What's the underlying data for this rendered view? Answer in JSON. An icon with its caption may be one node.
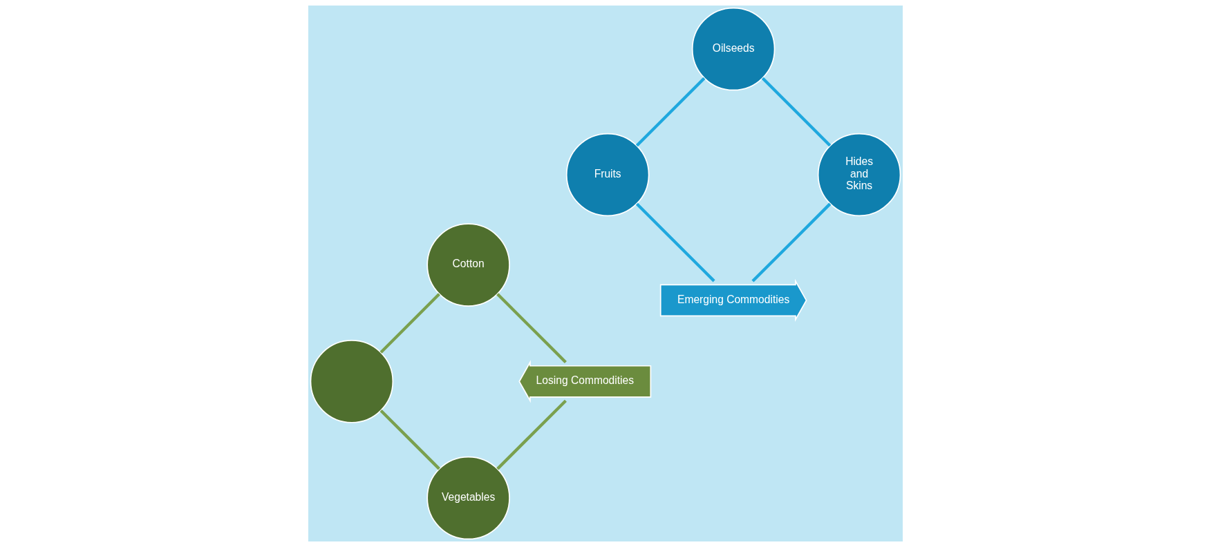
{
  "diagram": {
    "nodes": [
      {
        "text": [
          "Vegetables"
        ]
      },
      {
        "text": [],
        "shape": "circle"
      },
      {
        "text": [
          "Cotton"
        ]
      },
      {
        "text": [
          "Losing Commodities"
        ]
      },
      {
        "text": [
          "Emerging Commodities"
        ]
      },
      {
        "text": [
          "Fruits"
        ]
      },
      {
        "text": [
          "Oilseeds"
        ]
      },
      {
        "text": [
          "Hides and Skins"
        ]
      }
    ],
    "edges": [
      {
        "from": 0,
        "to": 1,
        "arrow": "none",
        "color": "#7aa04e"
      },
      {
        "from": 1,
        "to": 2,
        "arrow": "none",
        "color": "#7aa04e"
      },
      {
        "from": 2,
        "to": 3,
        "arrow": "none",
        "color": "#7aa04e"
      },
      {
        "from": 3,
        "to": 0,
        "arrow": "none",
        "color": "#7aa04e"
      },
      {
        "from": 5,
        "to": 6,
        "arrow": "none",
        "color": "#1fa8de"
      },
      {
        "from": 6,
        "to": 7,
        "arrow": "none",
        "color": "#1fa8de"
      },
      {
        "from": 7,
        "to": 4,
        "arrow": "none",
        "color": "#1fa8de"
      },
      {
        "from": 4,
        "to": 5,
        "arrow": "none",
        "color": "#1fa8de"
      }
    ]
  }
}
